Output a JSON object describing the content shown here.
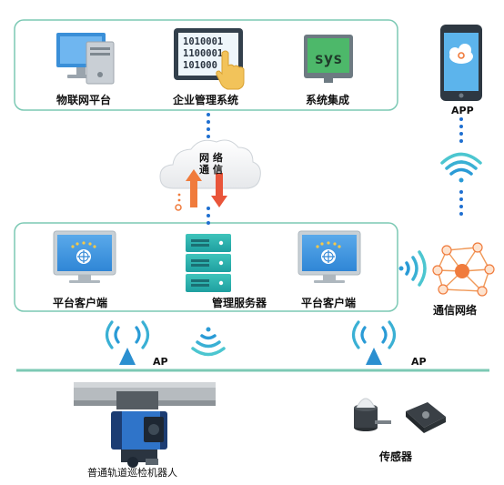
{
  "top_group": {
    "iot_platform": "物联网平台",
    "enterprise_system": "企业管理系统",
    "enterprise_binary": [
      "1010001",
      "1100001",
      "101000"
    ],
    "system_integration": "系统集成",
    "sys_text": "sys"
  },
  "app": {
    "label": "APP"
  },
  "network": {
    "cloud_line1": "网 络",
    "cloud_line2": "通 信"
  },
  "middle_group": {
    "client_left": "平台客户端",
    "server": "管理服务器",
    "client_right": "平台客户端"
  },
  "comm_network": {
    "label": "通信网络"
  },
  "access_points": {
    "ap_left": "AP",
    "ap_right": "AP"
  },
  "robot": {
    "label": "普通轨道巡检机器人"
  },
  "sensors": {
    "label": "传感器"
  },
  "colors": {
    "frame_border": "#7cc9b4",
    "bus_line": "#7cc9b4",
    "accent_blue": "#1f6fd0",
    "orange_arrow": "#f07b3c",
    "server_teal": "#2bb5a8"
  }
}
